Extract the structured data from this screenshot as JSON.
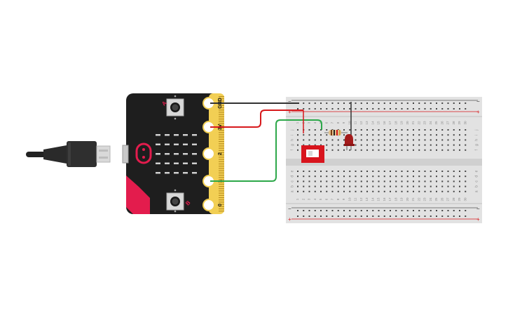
{
  "microbit": {
    "pins": [
      "GND",
      "3V",
      "2",
      "1",
      "0"
    ],
    "button_a": "A",
    "button_b": "B"
  },
  "breadboard": {
    "column_numbers": [
      "1",
      "2",
      "3",
      "4",
      "5",
      "6",
      "7",
      "8",
      "9",
      "10",
      "11",
      "12",
      "13",
      "14",
      "15",
      "16",
      "17",
      "18",
      "19",
      "20",
      "21",
      "22",
      "23",
      "24",
      "25",
      "26",
      "27",
      "28",
      "29",
      "30"
    ],
    "row_letters_top": [
      "j",
      "i",
      "h",
      "g",
      "f"
    ],
    "row_letters_bottom": [
      "e",
      "d",
      "c",
      "b",
      "a"
    ],
    "rail_minus": "−",
    "rail_plus": "+"
  },
  "colors": {
    "board": "#1e1e1e",
    "edge_connector": "#f2cf54",
    "accent": "#e31c4d",
    "wire_gnd": "#333333",
    "wire_3v": "#d7191c",
    "wire_signal": "#2da84a",
    "breadboard": "#e2e2e2",
    "switch": "#d8141d",
    "led": "#a31a1a"
  },
  "icons": [
    "usb-cable-icon",
    "microbit-logo-icon",
    "led-matrix-icon"
  ]
}
